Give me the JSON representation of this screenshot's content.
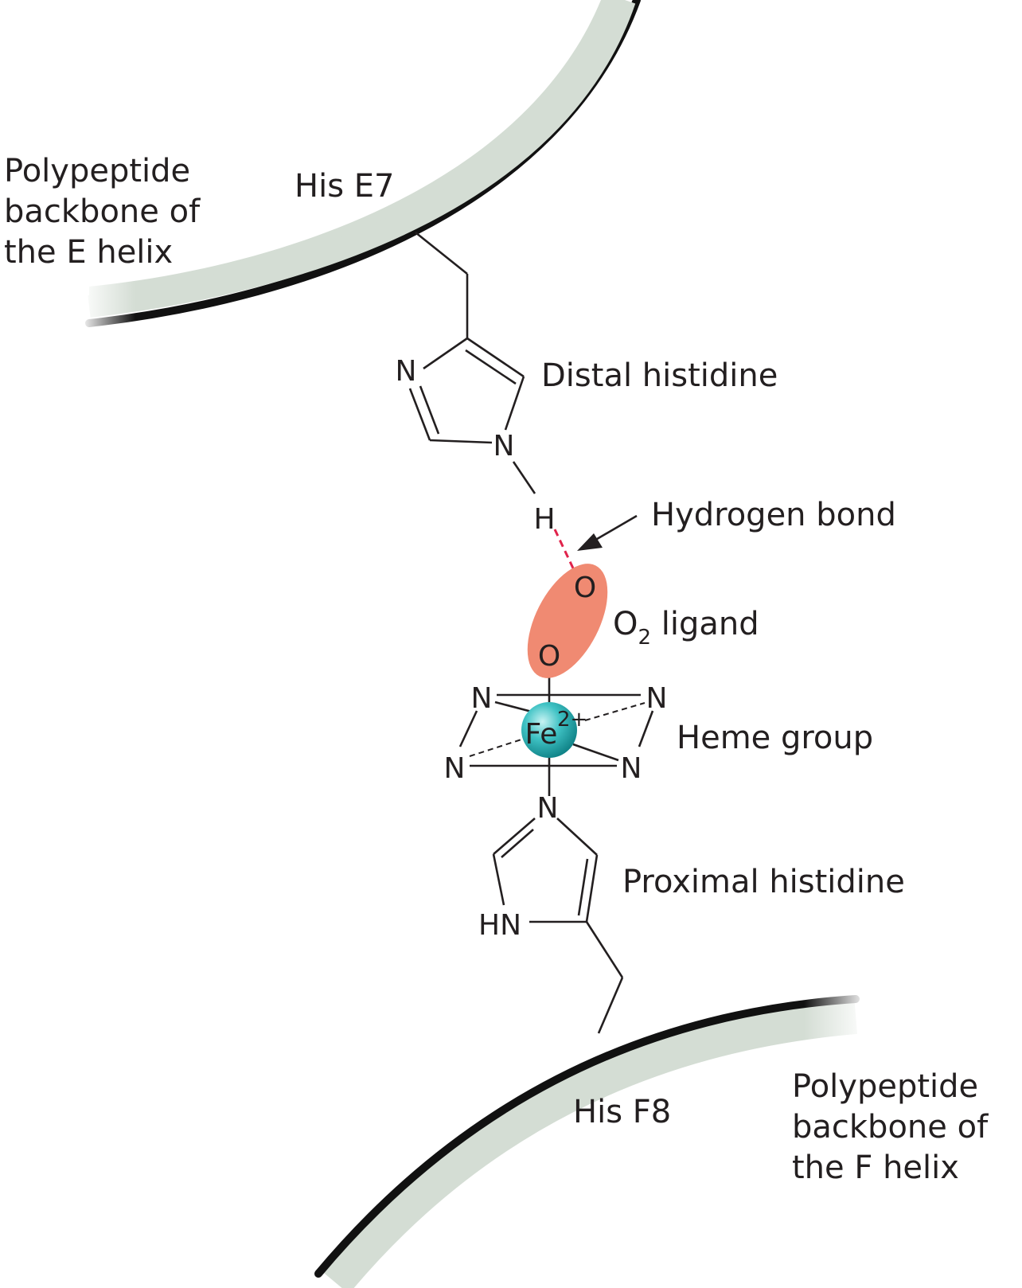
{
  "labels": {
    "e_helix": [
      "Polypeptide",
      "backbone of",
      "the E helix"
    ],
    "his_e7": "His E7",
    "distal_histidine": "Distal histidine",
    "hydrogen_bond": "Hydrogen bond",
    "o2_ligand": {
      "main": "O",
      "sub": "2",
      "rest": " ligand"
    },
    "heme_group": "Heme group",
    "proximal_histidine": "Proximal histidine",
    "his_f8": "His F8",
    "f_helix": [
      "Polypeptide",
      "backbone of",
      "the F helix"
    ]
  },
  "atoms": {
    "distal_n1": "N",
    "distal_n2": "N",
    "distal_h": "H",
    "oxygen_top": "O",
    "oxygen_bottom": "O",
    "iron": {
      "symbol": "Fe",
      "charge": "2+"
    },
    "heme_n": [
      "N",
      "N",
      "N",
      "N"
    ],
    "proximal_n": "N",
    "proximal_hn": "HN"
  },
  "colors": {
    "helix_fill": "#d4ddd4",
    "helix_edge": "#111111",
    "bond": "#231f20",
    "hydrogen_bond": "#e0234b",
    "o2_highlight": "#f08a72",
    "iron": "#2bb5b8"
  }
}
